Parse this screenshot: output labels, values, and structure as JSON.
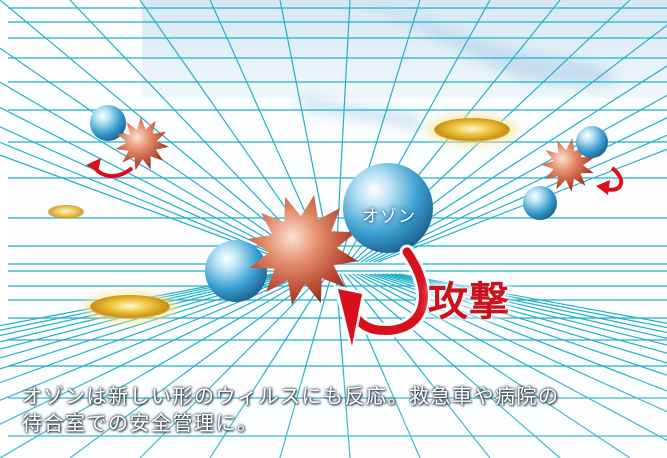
{
  "scene": {
    "ozone_label": "オゾン",
    "attack_label": "攻撃"
  },
  "caption": {
    "line1": "オゾンは新しい形のウィルスにも反応。救急車や病院の",
    "line2": "待合室での安全管理に。"
  },
  "colors": {
    "grid_line": "#25b0c8",
    "sphere": "#3a9fd0",
    "virus": "#c8503a",
    "arrow": "#d8101c",
    "capsule": "#e0b021"
  }
}
